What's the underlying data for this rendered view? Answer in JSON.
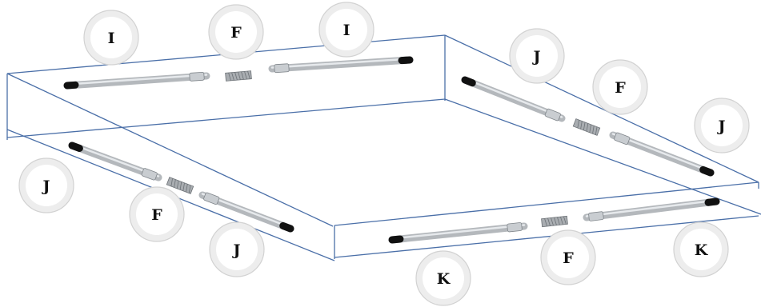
{
  "diagram": {
    "badges": [
      {
        "id": "back-left",
        "label": "I"
      },
      {
        "id": "back-mid",
        "label": "F"
      },
      {
        "id": "back-right",
        "label": "I"
      },
      {
        "id": "right-top",
        "label": "J"
      },
      {
        "id": "right-mid",
        "label": "F"
      },
      {
        "id": "right-bottom",
        "label": "J"
      },
      {
        "id": "left-top",
        "label": "J"
      },
      {
        "id": "left-mid",
        "label": "F"
      },
      {
        "id": "left-bottom",
        "label": "J"
      },
      {
        "id": "front-left",
        "label": "K"
      },
      {
        "id": "front-mid",
        "label": "F"
      },
      {
        "id": "front-right",
        "label": "K"
      }
    ],
    "colors": {
      "edge": "#4a6fa8",
      "tube": "#b4b8bc",
      "end_cap": "#111111",
      "badge_ring": "#ededed"
    }
  }
}
